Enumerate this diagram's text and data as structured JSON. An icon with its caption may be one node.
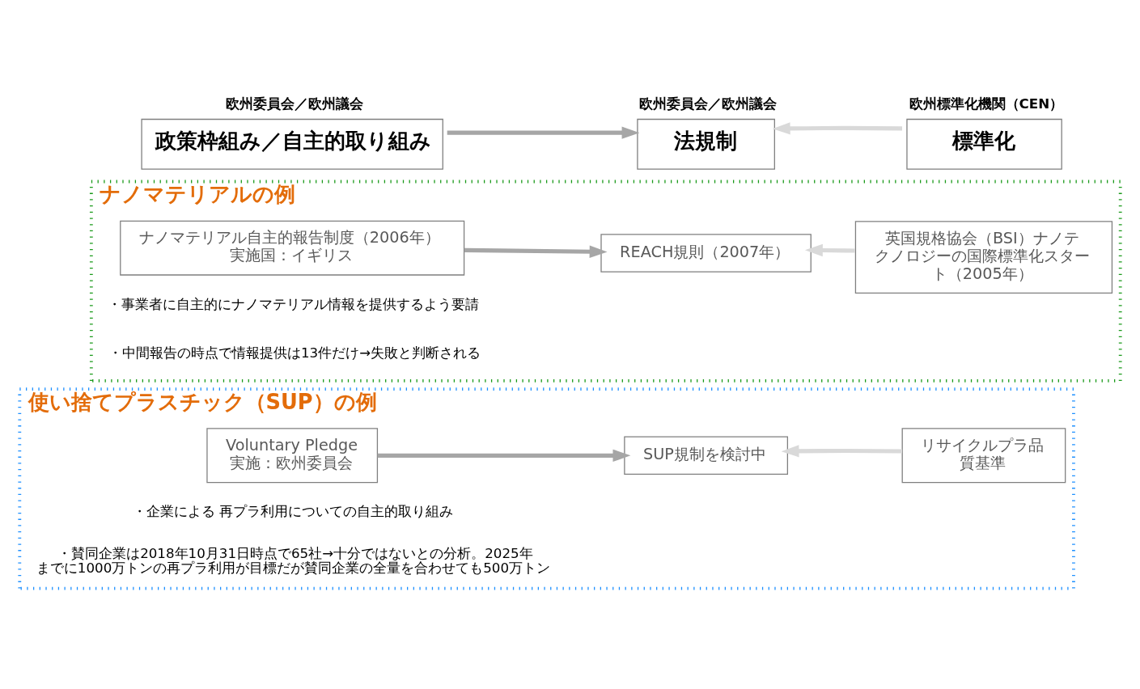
{
  "diagram": {
    "nodes": [
      {
        "text": [
          "欧州委員会／欧州議会",
          "政策枠組み／自主的取り組み"
        ]
      },
      {
        "text": [
          "欧州委員会／欧州議会",
          "法規制"
        ]
      },
      {
        "text": [
          "欧州標準化機関（CEN）",
          "標準化"
        ]
      },
      {
        "text": [
          "ナノマテリアルの例"
        ]
      },
      {
        "text": [
          "ナノマテリアル自主的報告制度（2006年）",
          "実施国：イギリス"
        ],
        "in": 3
      },
      {
        "text": [
          "REACH規則（2007年）"
        ],
        "in": 3
      },
      {
        "text": [
          "英国規格協会（BSI）ナノテクノロジーの国際標準化スタート（2005年）"
        ],
        "in": 3
      },
      {
        "text": [
          "使い捨てプラスチック（SUP）の例"
        ]
      },
      {
        "text": [
          "Voluntary Pledge",
          "実施：欧州委員会"
        ],
        "in": 7
      },
      {
        "text": [
          "SUP規制を検討中"
        ],
        "in": 7
      },
      {
        "text": [
          "リサイクルプラ品質基準"
        ],
        "in": 7
      }
    ],
    "edges": [
      {
        "from": 0,
        "to": 1,
        "arrow": "to"
      },
      {
        "from": 2,
        "to": 1,
        "arrow": "to",
        "color": "#d9d9d9"
      },
      {
        "from": 4,
        "to": 5,
        "arrow": "to"
      },
      {
        "from": 6,
        "to": 5,
        "arrow": "to",
        "color": "#d9d9d9"
      },
      {
        "from": 8,
        "to": 9,
        "arrow": "to"
      },
      {
        "from": 10,
        "to": 9,
        "arrow": "to",
        "color": "#d9d9d9"
      }
    ],
    "labels": [
      "・事業者に自主的にナノマテリアル情報を提供するよう要請",
      "・中間報告の時点で情報提供は13件だけ→失敗と判断される",
      "・企業による 再プラ利用についての自主的取り組み",
      "・賛同企業は2018年10月31日時点で65社→十分ではないとの分析。2025年までに1000万トンの再プラ利用が目標だが賛同企業の全量を合わせても500万トン"
    ]
  }
}
